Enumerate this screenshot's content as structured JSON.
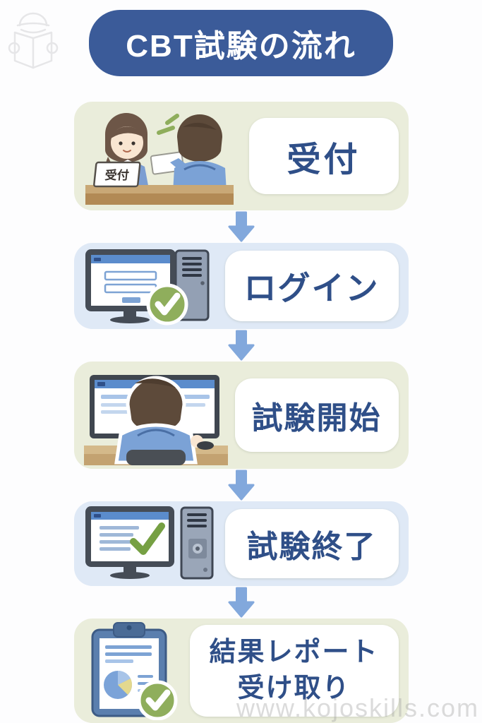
{
  "page": {
    "title": "CBT試験の流れ",
    "watermark": "www.kojoskills.com",
    "logo_icon": "person-reading-book-logo"
  },
  "colors": {
    "background": "#fdfdfe",
    "title_bg": "#3b5b99",
    "title_text": "#ffffff",
    "step_text": "#2f4f88",
    "card_green": "#eaeddb",
    "card_blue": "#dfe9f6",
    "label_pill_bg": "#ffffff",
    "arrow": "#82a8dc",
    "check_circle_green": "#8fae5c",
    "hoodie_blue": "#7ba2d6",
    "desk_tan": "#c9a876"
  },
  "steps": [
    {
      "label": "受付",
      "icon": "reception-illustration",
      "card_color": "green"
    },
    {
      "label": "ログイン",
      "icon": "login-computer-illustration",
      "card_color": "blue"
    },
    {
      "label": "試験開始",
      "icon": "person-taking-exam-illustration",
      "card_color": "green"
    },
    {
      "label": "試験終了",
      "icon": "exam-finished-computer-illustration",
      "card_color": "blue"
    },
    {
      "label": "結果レポート",
      "label2": "受け取り",
      "icon": "result-report-clipboard-illustration",
      "card_color": "green"
    }
  ],
  "illustration_texts": {
    "reception_sign": "受付"
  },
  "icons": [
    "person-reading-book-logo",
    "down-arrow-icon",
    "checkmark-icon"
  ]
}
